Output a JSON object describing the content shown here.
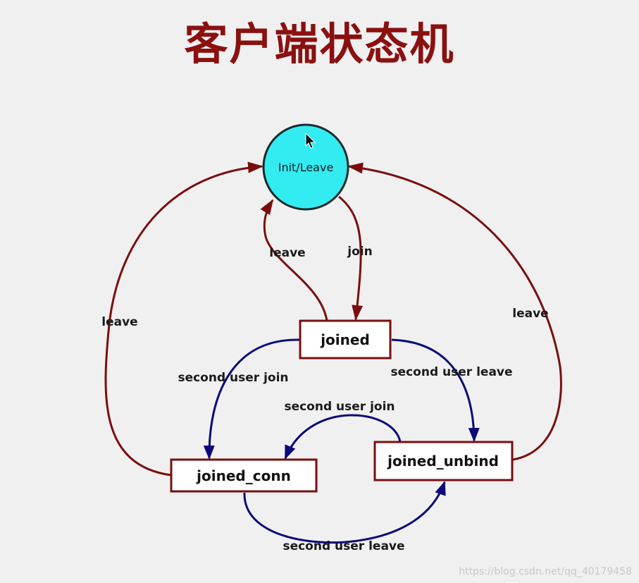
{
  "title": "客户端状态机",
  "nodes": {
    "init": "Init/Leave",
    "joined": "joined",
    "joined_conn": "joined_conn",
    "joined_unbind": "joined_unbind"
  },
  "edges": {
    "conn_to_init": "leave",
    "joined_to_init": "leave",
    "init_to_joined": "join",
    "unbind_to_init": "leave",
    "joined_to_conn": "second user join",
    "joined_to_unbind": "second user leave",
    "unbind_to_conn": "second user join",
    "conn_to_unbind": "second user leave"
  },
  "colors": {
    "title": "#8b1010",
    "node_border": "#7a0e0e",
    "init_fill": "#33ecf2",
    "leave_arrow": "#7a0e0e",
    "user_arrow": "#0a0a78"
  },
  "watermark": "https://blog.csdn.net/qq_40179458"
}
